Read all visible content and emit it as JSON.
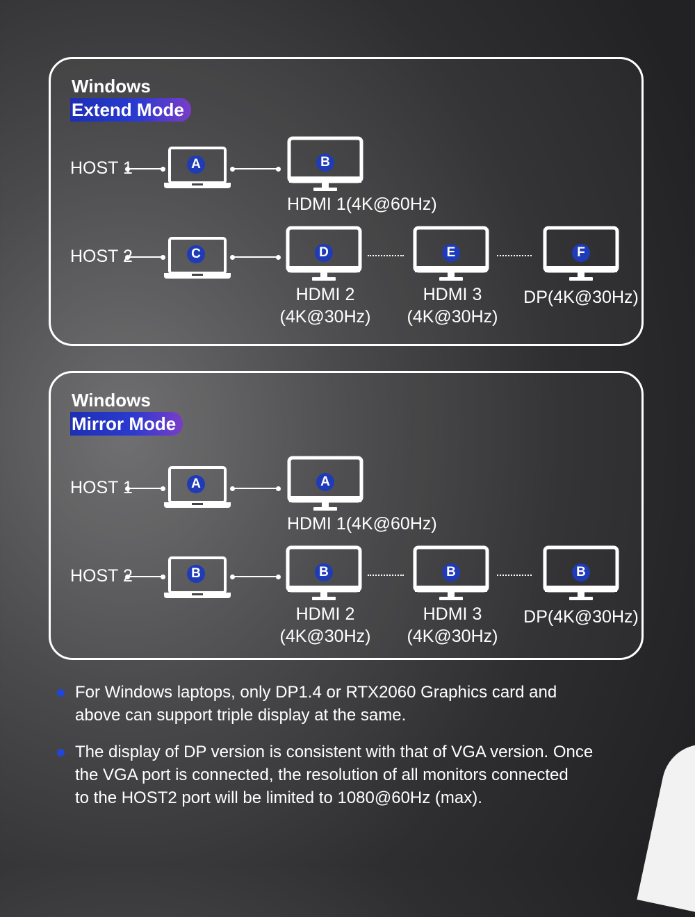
{
  "extend": {
    "title_line1": "Windows",
    "title_line2": "Extend Mode",
    "host1": "HOST 1",
    "host2": "HOST 2",
    "host1_laptop": "A",
    "host1_monitor": "B",
    "host1_caption": "HDMI 1(4K@60Hz)",
    "host2_laptop": "C",
    "host2_monitors": [
      "D",
      "E",
      "F"
    ],
    "host2_captions": [
      {
        "line1": "HDMI 2",
        "line2": "(4K@30Hz)"
      },
      {
        "line1": "HDMI 3",
        "line2": "(4K@30Hz)"
      },
      {
        "line1": "DP(4K@30Hz)",
        "line2": ""
      }
    ]
  },
  "mirror": {
    "title_line1": "Windows",
    "title_line2": "Mirror Mode",
    "host1": "HOST 1",
    "host2": "HOST 2",
    "host1_laptop": "A",
    "host1_monitor": "A",
    "host1_caption": "HDMI 1(4K@60Hz)",
    "host2_laptop": "B",
    "host2_monitors": [
      "B",
      "B",
      "B"
    ],
    "host2_captions": [
      {
        "line1": "HDMI 2",
        "line2": "(4K@30Hz)"
      },
      {
        "line1": "HDMI 3",
        "line2": "(4K@30Hz)"
      },
      {
        "line1": "DP(4K@30Hz)",
        "line2": ""
      }
    ]
  },
  "notes": [
    {
      "line1": "For Windows laptops, only DP1.4 or RTX2060 Graphics card and",
      "line2": "above can support triple display at the same.",
      "line3": ""
    },
    {
      "line1": "The display of DP version is consistent with that of VGA version. Once",
      "line2": "the VGA port is connected, the resolution of all monitors connected",
      "line3": "to the HOST2 port will be limited to 1080@60Hz (max)."
    }
  ],
  "colors": {
    "accent": "#1f3bb8",
    "panel_border": "#ffffff"
  }
}
